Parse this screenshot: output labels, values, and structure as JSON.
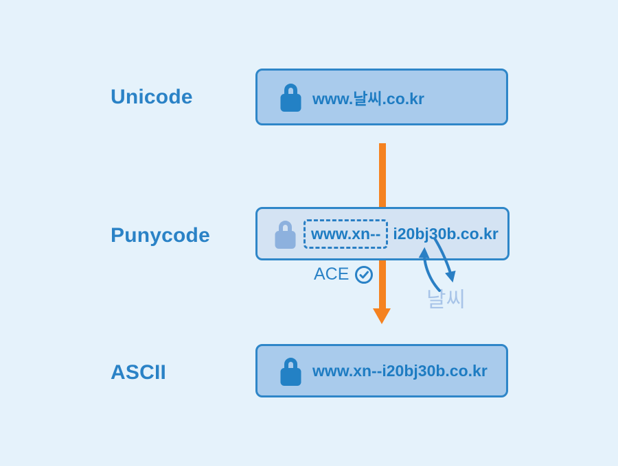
{
  "diagram": {
    "rows": {
      "unicode": {
        "label": "Unicode",
        "url": "www.날씨.co.kr"
      },
      "punycode": {
        "label": "Punycode",
        "ace_prefix": "www.xn--",
        "encoded_body": "i20bj30b.co.kr",
        "ace_label": "ACE",
        "unicode_word": "날씨"
      },
      "ascii": {
        "label": "ASCII",
        "url": "www.xn--i20bj30b.co.kr"
      }
    },
    "icons": {
      "lock": "lock-icon",
      "ace_check": "check-circle-icon",
      "flow_arrow": "orange-down-arrow",
      "swap_arrows": "curved-swap-arrows"
    },
    "colors": {
      "background": "#e5f2fb",
      "box_fill": "#a9cbec",
      "box_fill_light": "#d4e3f3",
      "box_border": "#2e86c8",
      "url_text": "#1e7cc2",
      "label_text": "#2a82c6",
      "lock_solid": "#2381c5",
      "lock_muted": "#8db1de",
      "faded_text": "#a8c4e8",
      "arrow_orange": "#f58220"
    }
  }
}
